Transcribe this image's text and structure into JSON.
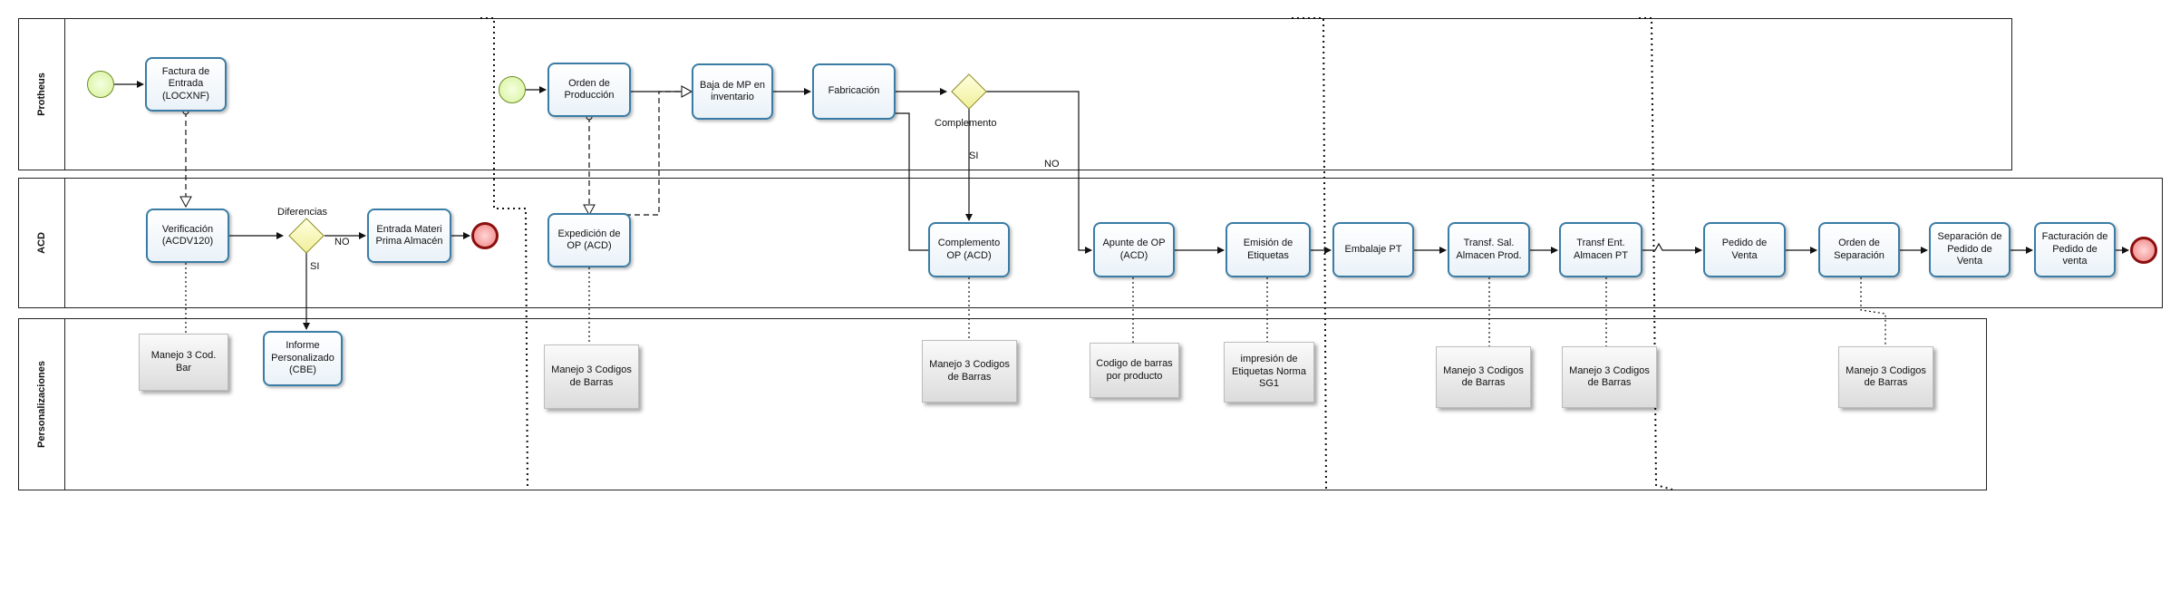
{
  "lanes": {
    "protheus": "Protheus",
    "acd": "ACD",
    "personalizaciones": "Personalizaciones"
  },
  "tasks": {
    "factura_entrada": "Factura de Entrada (LOCXNF)",
    "orden_produccion": "Orden de Producción",
    "baja_mp": "Baja de MP en inventario",
    "fabricacion": "Fabricación",
    "verificacion": "Verificación (ACDV120)",
    "entrada_materia": "Entrada Materi Prima Almacén",
    "expedicion_op": "Expedición de OP (ACD)",
    "complemento_op": "Complemento OP (ACD)",
    "apunte_op": "Apunte de OP (ACD)",
    "emision_etiquetas": "Emisión de Etiquetas",
    "embalaje_pt": "Embalaje PT",
    "transf_sal": "Transf. Sal. Almacen Prod.",
    "transf_ent": "Transf Ent. Almacen PT",
    "pedido_venta": "Pedido de Venta",
    "orden_separacion": "Orden de Separación",
    "separacion_pedido": "Separación de Pedido de Venta",
    "facturacion_pedido": "Facturación de Pedido de venta",
    "informe_personalizado": "Informe Personalizado (CBE)"
  },
  "notes": {
    "manejo_cod_bar": "Manejo 3 Cod. Bar",
    "manejo_exped": "Manejo 3 Codigos de  Barras",
    "manejo_complemento": "Manejo 3 Codigos de  Barras",
    "codigo_producto": "Codigo de barras por producto",
    "impresion_etiquetas": "impresión de Etiquetas Norma SG1",
    "manejo_transf_sal": "Manejo 3 Codigos de  Barras",
    "manejo_transf_ent": "Manejo 3 Codigos de  Barras",
    "manejo_orden_sep": "Manejo 3 Codigos de  Barras"
  },
  "labels": {
    "diferencias": "Diferencias",
    "no_1": "NO",
    "si_1": "SI",
    "complemento": "Complemento",
    "si_2": "SI",
    "no_2": "NO"
  },
  "colors": {
    "task_border": "#3a7ca5",
    "start_event": "#d7f29a",
    "end_event": "#8b0f0f",
    "gateway": "#f0ef9a"
  }
}
